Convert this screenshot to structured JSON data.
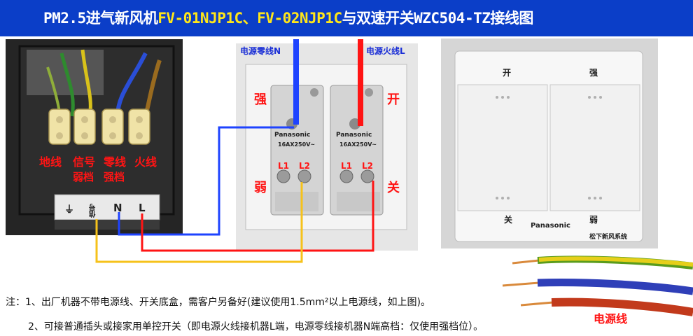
{
  "title": {
    "part1": "PM2.5进气新风机",
    "model1": "FV-01NJP1C",
    "sep": "、",
    "model2": "FV-02NJP1C",
    "part2": "与双速开关",
    "model3": "WZC504-TZ",
    "part3": "接线图"
  },
  "terminal_block": {
    "wire_labels": [
      "地线",
      "信号",
      "零线",
      "火线"
    ],
    "sub_labels": [
      "弱档",
      "强档"
    ],
    "plate_symbols": [
      "⏚",
      "信号",
      "N",
      "L"
    ]
  },
  "switch_back": {
    "top_left": "电源零线N",
    "top_right": "电源火线L",
    "corner_labels": {
      "top_left": "强",
      "top_right": "开",
      "bottom_left": "弱",
      "bottom_right": "关"
    },
    "terminals": [
      "L1",
      "L2",
      "L1",
      "L2"
    ],
    "brand_small": "Panasonic",
    "rating": "16AX250V~"
  },
  "switch_front": {
    "labels_top": [
      "开",
      "强"
    ],
    "labels_bottom": [
      "关",
      "弱"
    ],
    "brand": "Panasonic",
    "subtitle": "松下新风系统"
  },
  "cable_label": "电源线",
  "notes": [
    "注：1、出厂机器不带电源线、开关底盒，需客户另备好(建议使用1.5mm²以上电源线，如上图)。",
    "2、可接普通插头或接家用单控开关（即电源火线接机器L端，电源零线接机器N端高档：仅使用强档位）。"
  ],
  "colors": {
    "title_bg": "#0b3ec8",
    "highlight": "#ffe619",
    "wire_blue": "#1e43ff",
    "wire_red": "#ff1414",
    "wire_yellow": "#f6c21b"
  }
}
